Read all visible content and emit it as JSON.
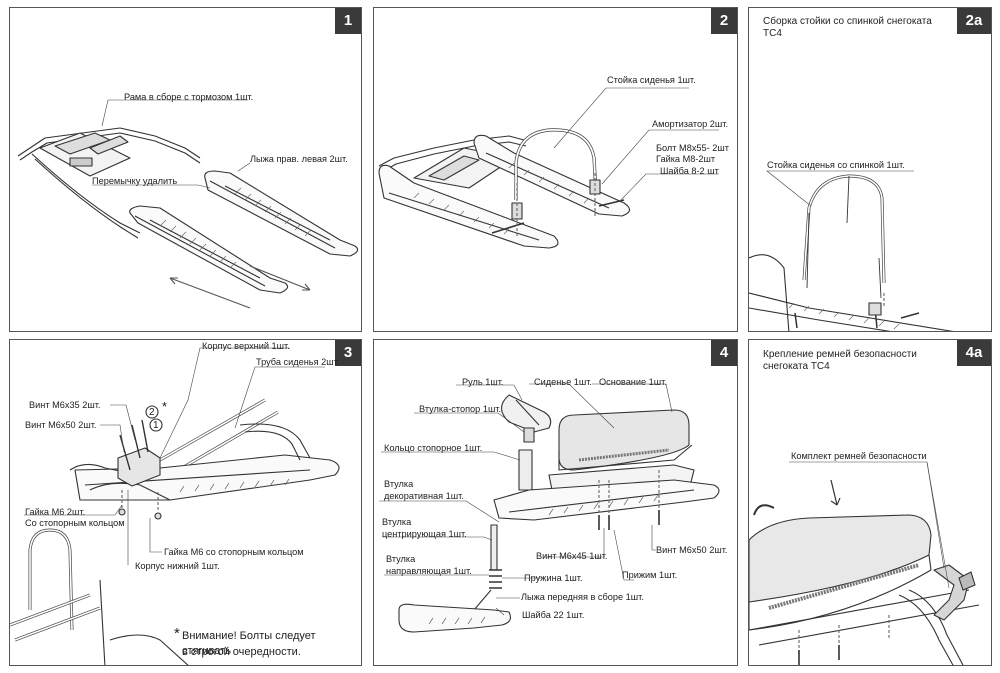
{
  "panels": [
    {
      "number": "1",
      "labels": {
        "frame": "Рама в сборе с тормозом 1шт.",
        "skis": "Лыжа прав. левая 2шт.",
        "bridge": "Перемычку удалить"
      }
    },
    {
      "number": "2",
      "labels": {
        "seat_post": "Стойка сиденья 1шт.",
        "shock": "Амортизатор 2шт.",
        "bolt": "Болт М8х55- 2шт",
        "nut": "Гайка М8-2шт",
        "washer": "Шайба 8-2 шт"
      }
    },
    {
      "number": "2а",
      "title": "Сборка стойки со спинкой снегоката ТС4",
      "labels": {
        "post_back": "Стойка сиденья со спинкой 1шт."
      }
    },
    {
      "number": "3",
      "labels": {
        "upper_body": "Корпус верхний 1шт.",
        "seat_tube": "Труба сиденья 2шт.",
        "screw_35": "Винт М6х35 2шт.",
        "screw_50": "Винт М6х50 2шт.",
        "nut_m6": "Гайка М6 2шт.",
        "nut_m6_ring": "Со стопорным кольцом",
        "nut_m6_stop": "Гайка М6 со стопорным кольцом",
        "lower_body": "Корпус нижний 1шт.",
        "step_2": "2",
        "step_1": "1",
        "star": "*",
        "warning_star": "*",
        "warning_line1": "Внимание! Болты следует стягивать",
        "warning_line2": "в строгой очередности."
      }
    },
    {
      "number": "4",
      "labels": {
        "handlebar": "Руль 1шт.",
        "seat": "Сиденье 1шт.",
        "base": "Основание 1шт.",
        "stopper_sleeve": "Втулка-стопор 1шт.",
        "retaining_ring": "Кольцо стопорное 1шт.",
        "decor_sleeve_1": "Втулка",
        "decor_sleeve_2": "декоративная 1шт.",
        "center_sleeve_1": "Втулка",
        "center_sleeve_2": "центрирующая 1шт.",
        "guide_sleeve_1": "Втулка",
        "guide_sleeve_2": "направляющая 1шт.",
        "screw_45": "Винт М6х45 1шт.",
        "screw_50": "Винт М6х50 2шт.",
        "spring": "Пружина 1шт.",
        "clamp": "Прижим 1шт.",
        "front_ski": "Лыжа передняя в сборе 1шт.",
        "washer_22": "Шайба 22 1шт."
      }
    },
    {
      "number": "4а",
      "title_line1": "Крепление ремней безопасности",
      "title_line2": "снегоката ТС4",
      "labels": {
        "belt_kit": "Комплект ремней безопасности"
      }
    }
  ]
}
